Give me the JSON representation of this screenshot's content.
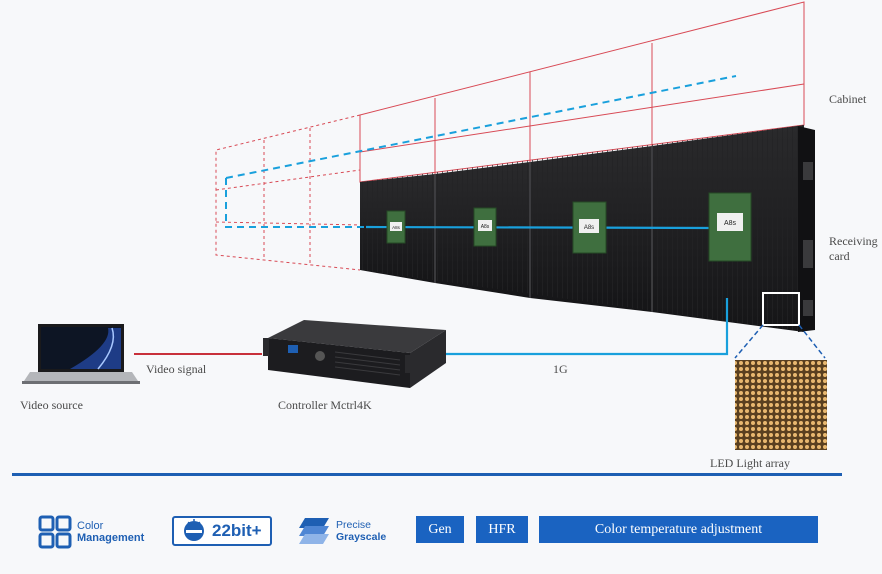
{
  "labels": {
    "cabinet": "Cabinet",
    "receiving_card": "Receiving card",
    "video_signal": "Video signal",
    "one_g": "1G",
    "video_source": "Video source",
    "controller": "Controller Mctrl4K",
    "led_light_array": "LED Light array"
  },
  "receiving_card_chip_text": "A8s",
  "features": {
    "color_management": {
      "line1": "Color",
      "line2": "Management",
      "icon": "grid-squares-icon"
    },
    "bit_depth": {
      "text": "22bit+",
      "icon": "half-circle-icon"
    },
    "precise_grayscale": {
      "line1": "Precise",
      "line2": "Grayscale",
      "icon": "stacked-parallelogram-icon"
    }
  },
  "buttons": {
    "gen": "Gen",
    "hfr": "HFR",
    "color_temp": "Color temperature adjustment"
  },
  "colors": {
    "accent": "#1e5fb3",
    "signal_line": "#19a0dc",
    "cabinet_outline": "#d84a55",
    "video_line": "#c8303a"
  }
}
